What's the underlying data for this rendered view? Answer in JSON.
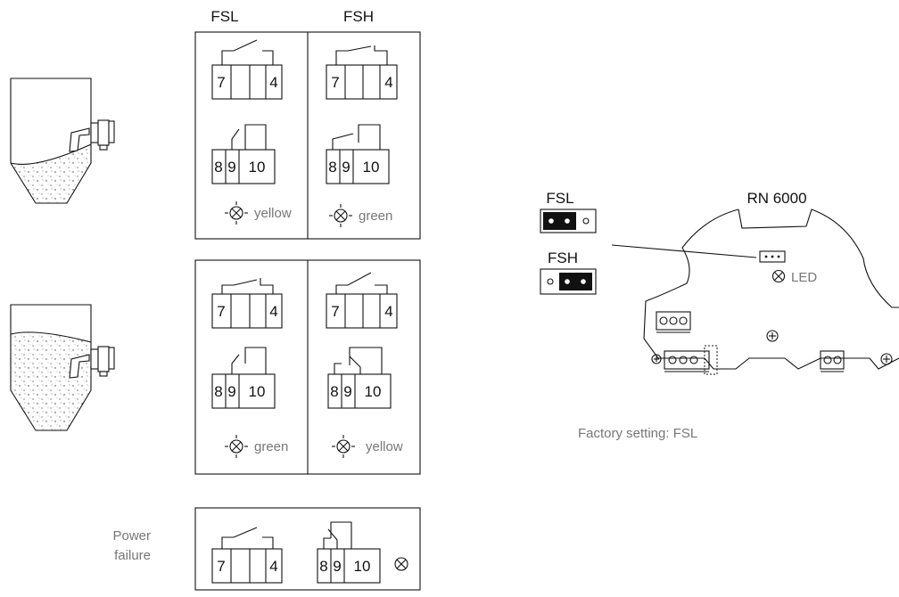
{
  "headers": {
    "fsl": "FSL",
    "fsh": "FSH"
  },
  "relay_a_terminals": [
    "7",
    "4"
  ],
  "relay_b_terminals": [
    "8",
    "9",
    "10"
  ],
  "panel_top": {
    "left_led": "yellow",
    "right_led": "green"
  },
  "panel_mid": {
    "left_led": "green",
    "right_led": "yellow"
  },
  "power_failure": {
    "line1": "Power",
    "line2": "failure"
  },
  "jumper": {
    "fsl_label": "FSL",
    "fsh_label": "FSH"
  },
  "board": {
    "title": "RN 6000",
    "led_label": "LED"
  },
  "factory_setting": "Factory setting:  FSL",
  "icons": {
    "led": "led-lamp-icon",
    "led_lit": "led-lit-icon"
  },
  "colors": {
    "line": "#111111",
    "muted": "#777777",
    "jumper_fill": "#111111"
  }
}
